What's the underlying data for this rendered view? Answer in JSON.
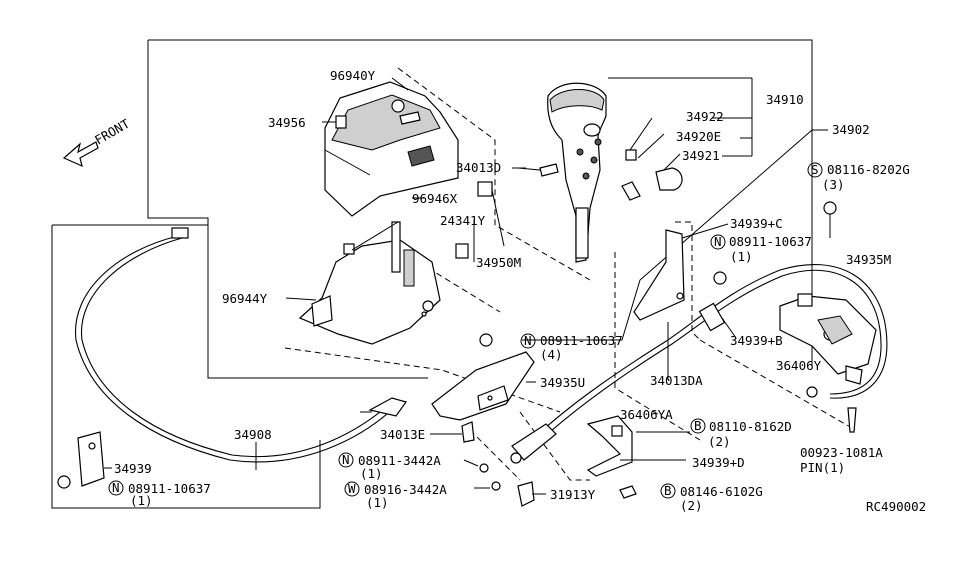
{
  "front_label": "FRONT",
  "diagram_code": "RC490002",
  "parts": {
    "p96940Y": "96940Y",
    "p34956": "34956",
    "p34910": "34910",
    "p34922": "34922",
    "p34920E": "34920E",
    "p34921": "34921",
    "p34902": "34902",
    "p34013D": "34013D",
    "p96946X": "96946X",
    "p24341Y": "24341Y",
    "p34950M": "34950M",
    "p96944Y": "96944Y",
    "p08116_8202G": "08116-8202G",
    "p08116_qty": "(3)",
    "p34939C": "34939+C",
    "p08911_10637_right": "08911-10637",
    "p08911_10637_right_qty": "(1)",
    "p34935M": "34935M",
    "p08911_10637_mid": "08911-10637",
    "p08911_10637_mid_qty": "(4)",
    "p34939B": "34939+B",
    "p36406Y": "36406Y",
    "p34935U": "34935U",
    "p34013DA": "34013DA",
    "p36406YA": "36406YA",
    "p08110_8162D": "08110-8162D",
    "p08110_qty": "(2)",
    "p34908": "34908",
    "p34013E": "34013E",
    "p08911_3442A": "08911-3442A",
    "p08911_3442A_qty": "(1)",
    "p34939D": "34939+D",
    "p00923_1081A": "00923-1081A",
    "p00923_pin": "PIN(1)",
    "p34939": "34939",
    "p08911_10637_left": "08911-10637",
    "p08911_10637_left_qty": "(1)",
    "p08916_3442A": "08916-3442A",
    "p08916_qty": "(1)",
    "p31913Y": "31913Y",
    "p08146_6102G": "08146-6102G",
    "p08146_qty": "(2)"
  },
  "symbols": {
    "nut_symbol": "N",
    "bolt_symbol": "B",
    "screw_symbol": "S",
    "washer_symbol": "W"
  }
}
